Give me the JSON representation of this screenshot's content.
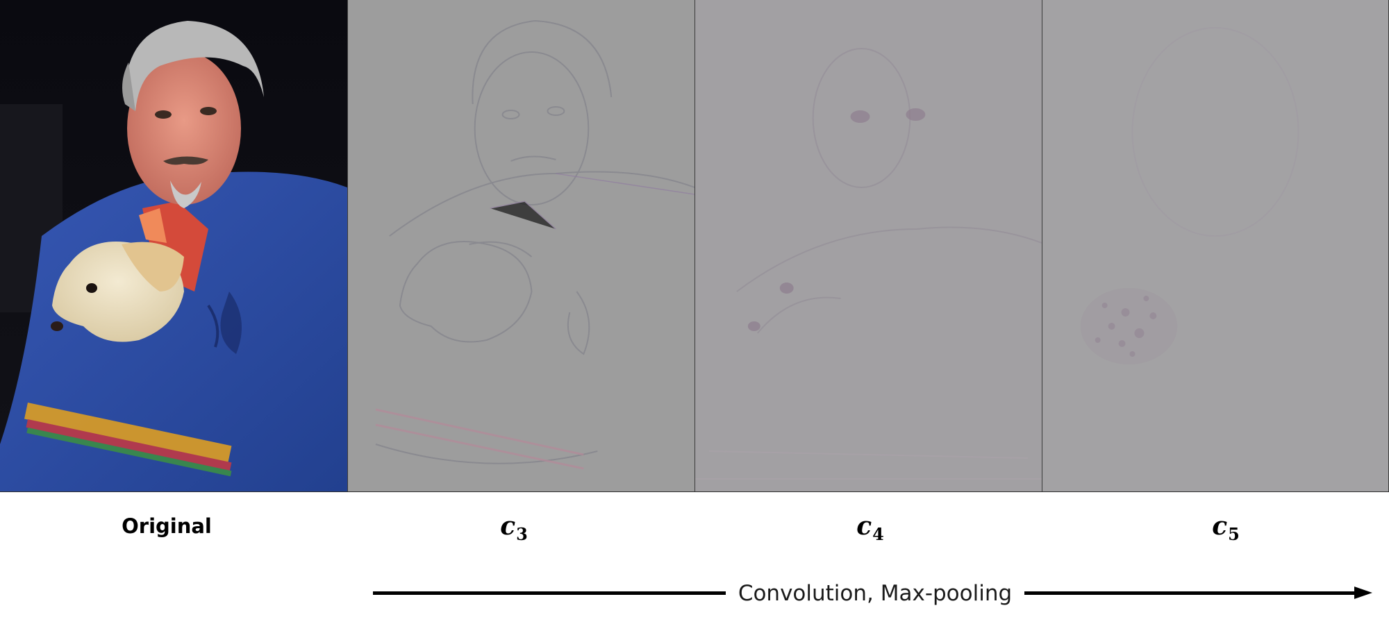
{
  "panels": [
    {
      "id": "original",
      "label": "Original"
    },
    {
      "id": "c3",
      "label_base": "c",
      "label_sub": "3"
    },
    {
      "id": "c4",
      "label_base": "c",
      "label_sub": "4"
    },
    {
      "id": "c5",
      "label_base": "c",
      "label_sub": "5"
    }
  ],
  "arrow": {
    "text": "Convolution, Max-pooling"
  },
  "colors": {
    "feature_gray": "#9a9a9a",
    "sweater_blue": "#2b4a9e",
    "background_dark": "#0c0c10"
  }
}
